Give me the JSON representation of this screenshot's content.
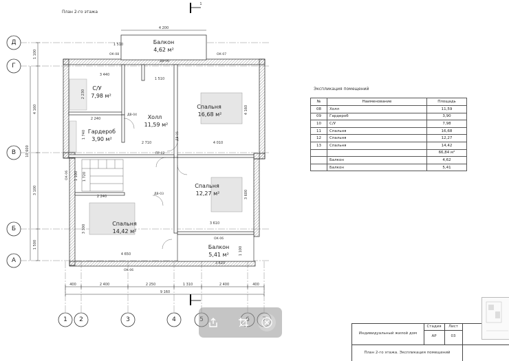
{
  "sheet": {
    "plan_title": "План 2-го этажа",
    "section_mark": "1",
    "axes_rows": [
      "Д",
      "Г",
      "В",
      "Б",
      "А"
    ],
    "axes_cols": [
      "1",
      "2",
      "3",
      "4",
      "5",
      "6",
      "7"
    ]
  },
  "rooms": {
    "balcony_top": {
      "name": "Балкон",
      "area": "4,62 м²"
    },
    "bathroom": {
      "name": "С/У",
      "area": "7,98 м²"
    },
    "hall": {
      "name": "Холл",
      "area": "11,59 м²"
    },
    "bedroom_ne": {
      "name": "Спальня",
      "area": "16,68 м²"
    },
    "wardrobe": {
      "name": "Гардероб",
      "area": "3,90 м²"
    },
    "bedroom_e": {
      "name": "Спальня",
      "area": "12,27 м²"
    },
    "bedroom_sw": {
      "name": "Спальня",
      "area": "14,42 м²"
    },
    "balcony_bottom": {
      "name": "Балкон",
      "area": "5,41 м²"
    }
  },
  "tags": {
    "ok08": "ОК-08",
    "ok07": "ОК-07",
    "db06": "ДВ-06",
    "db04": "ДВ-04",
    "db03": "ДВ-03",
    "db05": "ДВ-05",
    "pr02": "ПР-02",
    "ok06_bottom": "ОК-06",
    "ok06_right": "ОК-06",
    "ok06_left": "ОК-06"
  },
  "dims": {
    "top_balcony_width": "4 200",
    "bottom_total": "9 160",
    "bottom_segments": [
      "400",
      "2 400",
      "2 250",
      "1 310",
      "2 400",
      "400"
    ],
    "left_total": "10 600",
    "left_segments": [
      "1 100",
      "4 160",
      "3 100",
      "1 500"
    ],
    "inner": [
      "3 440",
      "1 510",
      "2 240",
      "2 710",
      "4 010",
      "3 610",
      "2 240",
      "4 650",
      "3 610",
      "1 510",
      "1 100",
      "1 720",
      "1 740",
      "4 160",
      "3 600",
      "3 300",
      "2 230",
      "1 100"
    ]
  },
  "explication": {
    "title": "Экспликация помещений",
    "headers": [
      "№",
      "Наименование",
      "Площадь"
    ],
    "rows": [
      {
        "num": "08",
        "name": "Холл",
        "area": "11,59"
      },
      {
        "num": "09",
        "name": "Гардероб",
        "area": "3,90"
      },
      {
        "num": "10",
        "name": "С/У",
        "area": "7,98"
      },
      {
        "num": "11",
        "name": "Спальня",
        "area": "16,68"
      },
      {
        "num": "12",
        "name": "Спальня",
        "area": "12,27"
      },
      {
        "num": "13",
        "name": "Спальня",
        "area": "14,42"
      },
      {
        "num": "",
        "name": "",
        "area": "66,84 м²"
      },
      {
        "num": "",
        "name": "Балкон",
        "area": "4,62"
      },
      {
        "num": "",
        "name": "Балкон",
        "area": "5,41"
      }
    ]
  },
  "title_block": {
    "project": "Индивидуальный жилой дом",
    "stage_label": "Стадия",
    "stage": "АР",
    "sheet_label": "Лист",
    "sheet_no": "03",
    "drawing_name": "План 2-го этажа. Экспликация помещений"
  },
  "toolbar": {
    "icons": [
      "share-icon",
      "crop-icon",
      "close-icon"
    ]
  }
}
